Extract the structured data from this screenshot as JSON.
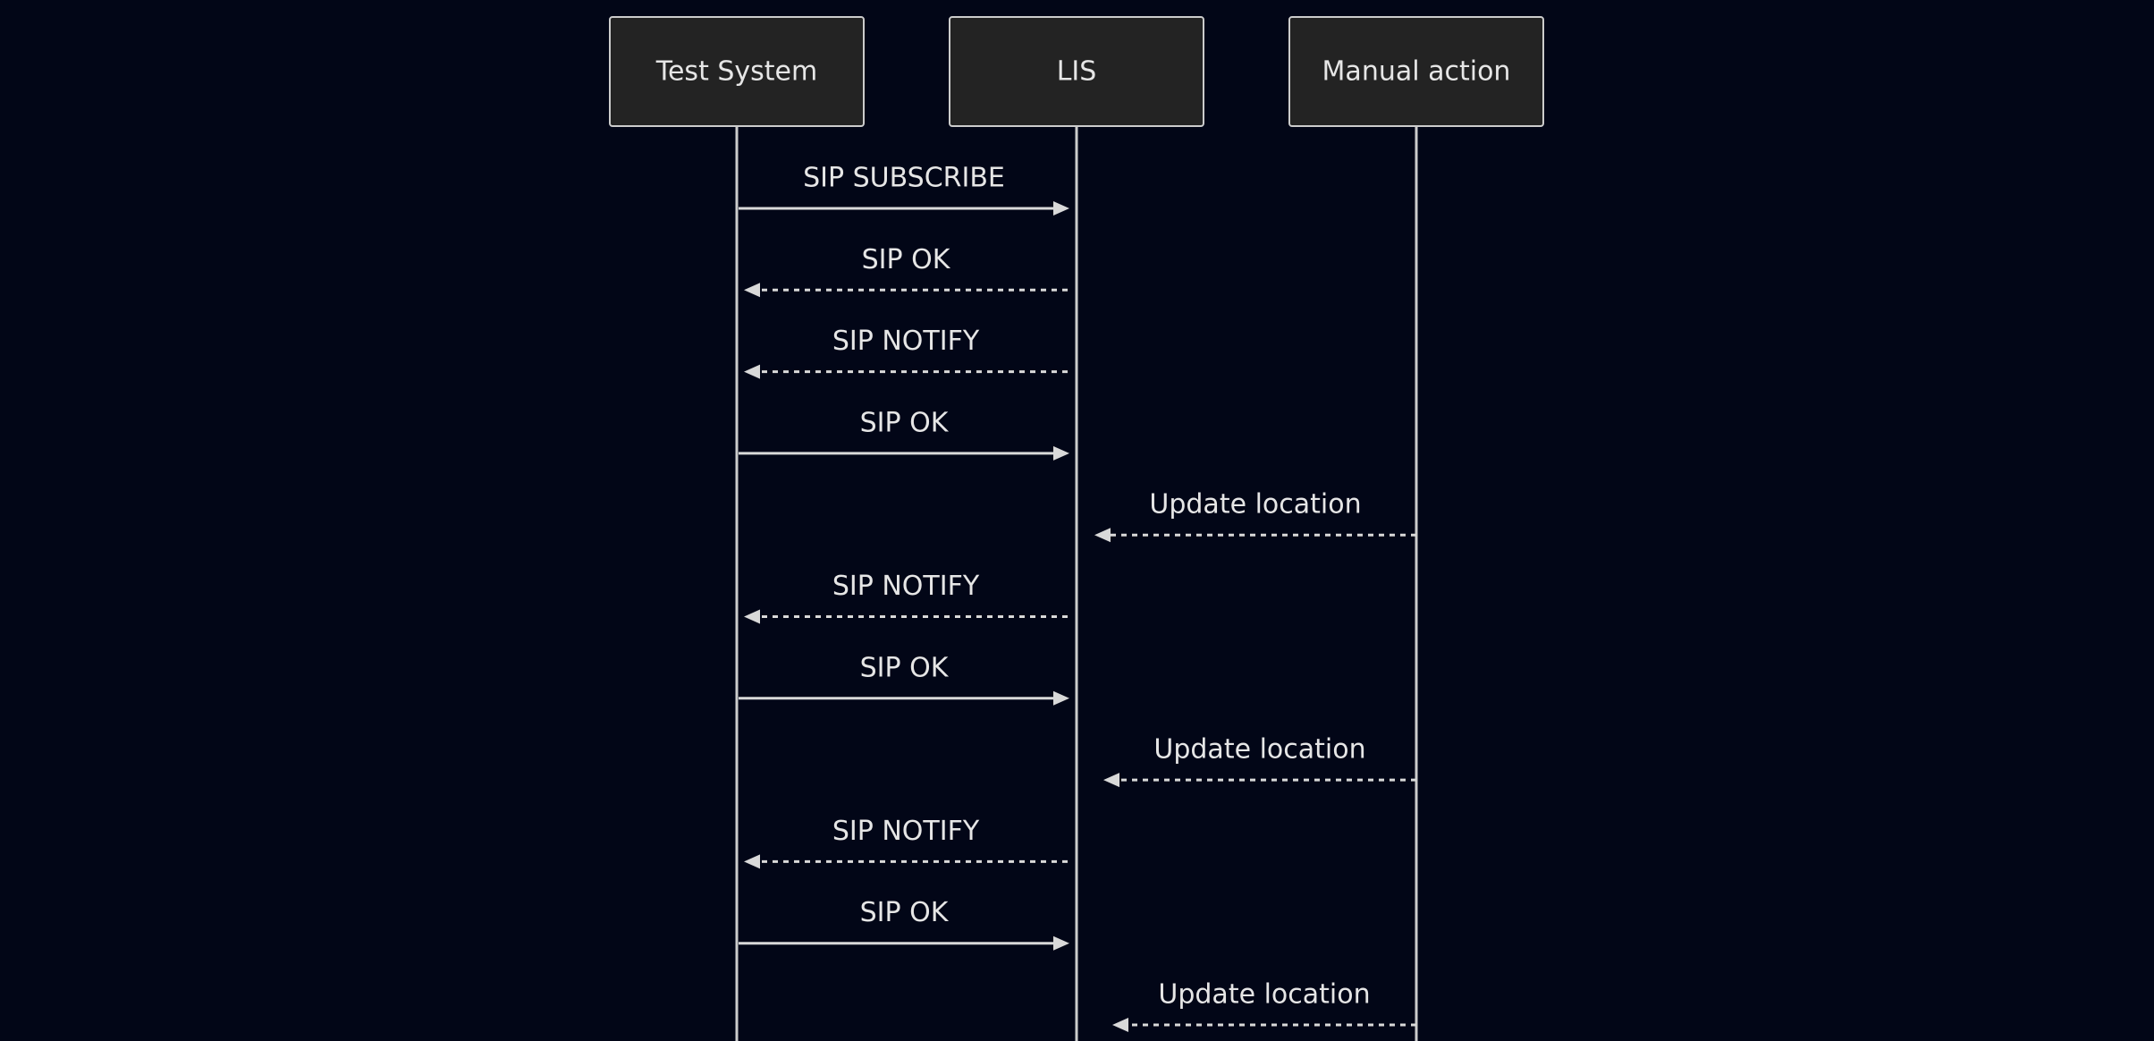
{
  "diagram": {
    "type": "sequence",
    "background": "#020617",
    "actors": [
      {
        "id": "test",
        "label": "Test System"
      },
      {
        "id": "lis",
        "label": "LIS"
      },
      {
        "id": "manual",
        "label": "Manual action"
      }
    ],
    "messages": [
      {
        "from": "test",
        "to": "lis",
        "label": "SIP SUBSCRIBE",
        "style": "solid"
      },
      {
        "from": "lis",
        "to": "test",
        "label": "SIP OK",
        "style": "dashed"
      },
      {
        "from": "lis",
        "to": "test",
        "label": "SIP NOTIFY",
        "style": "dashed"
      },
      {
        "from": "test",
        "to": "lis",
        "label": "SIP OK",
        "style": "solid"
      },
      {
        "from": "manual",
        "to": "lis",
        "label": "Update location",
        "style": "dashed"
      },
      {
        "from": "lis",
        "to": "test",
        "label": "SIP NOTIFY",
        "style": "dashed"
      },
      {
        "from": "test",
        "to": "lis",
        "label": "SIP OK",
        "style": "solid"
      },
      {
        "from": "manual",
        "to": "lis",
        "label": "Update location",
        "style": "dashed"
      },
      {
        "from": "lis",
        "to": "test",
        "label": "SIP NOTIFY",
        "style": "dashed"
      },
      {
        "from": "test",
        "to": "lis",
        "label": "SIP OK",
        "style": "solid"
      },
      {
        "from": "manual",
        "to": "lis",
        "label": "Update location",
        "style": "dashed"
      }
    ]
  }
}
